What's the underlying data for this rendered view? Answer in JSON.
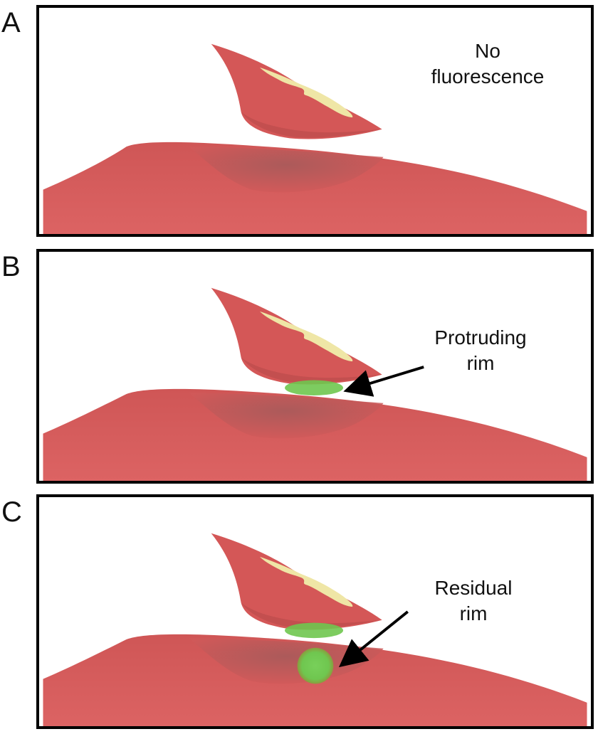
{
  "panels": [
    {
      "letter": "A",
      "label_lines": [
        "No",
        "fluorescence"
      ]
    },
    {
      "letter": "B",
      "label_lines": [
        "Protruding",
        "rim"
      ]
    },
    {
      "letter": "C",
      "label_lines": [
        "Residual",
        "rim"
      ]
    }
  ],
  "colors": {
    "tissue": "#d75b5b",
    "tissue_dark": "#b84848",
    "cavity_shadow": "#8e5858",
    "tumor_core": "#efe6a6",
    "fluorescence": "#6fc64f",
    "border": "#000000",
    "arrow": "#000000"
  }
}
